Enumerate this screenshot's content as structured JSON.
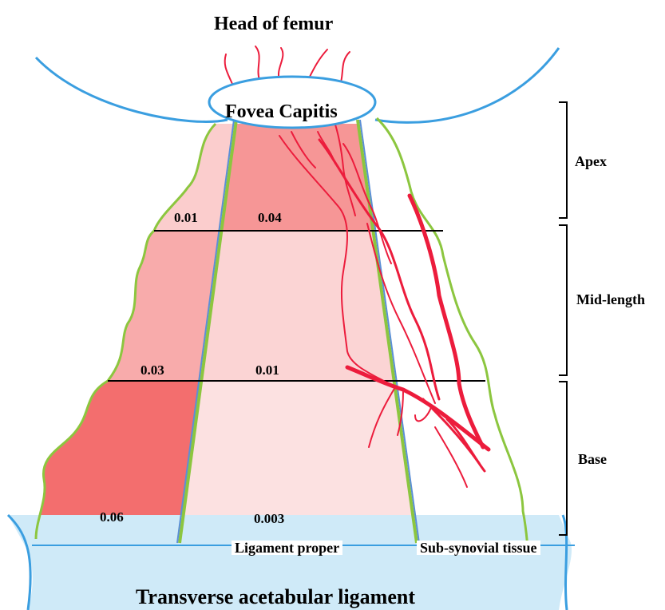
{
  "labels": {
    "head_of_femur": "Head of femur",
    "fovea_capitis": "Fovea Capitis",
    "transverse_acetabular_ligament": "Transverse acetabular ligament",
    "ligament_proper": "Ligament proper",
    "sub_synovial_tissue": "Sub-synovial tissue"
  },
  "regions": {
    "apex": "Apex",
    "mid_length": "Mid-length",
    "base": "Base"
  },
  "values": {
    "apex_sub_synovial": "0.01",
    "apex_ligament_proper": "0.04",
    "mid_sub_synovial": "0.03",
    "mid_ligament_proper": "0.01",
    "base_sub_synovial": "0.06",
    "base_ligament_proper": "0.003"
  },
  "shading": {
    "apex_sub_synovial": 0.2,
    "apex_ligament_proper": 0.6,
    "mid_sub_synovial": 0.45,
    "mid_ligament_proper": 0.15,
    "base_sub_synovial": 0.9,
    "base_ligament_proper": 0.05
  },
  "colors": {
    "femur_outline": "#3a9ee0",
    "acetabulum_fill": "#cfeaf8",
    "ligament_outline": "#8cc63f",
    "boundary_line": "#5b8fd6",
    "vessel": "#ec1c3c",
    "shade_low": "#fde8e8",
    "shade_high": "#f26060"
  },
  "icons": {
    "vessels": "blood-vessel-network"
  }
}
